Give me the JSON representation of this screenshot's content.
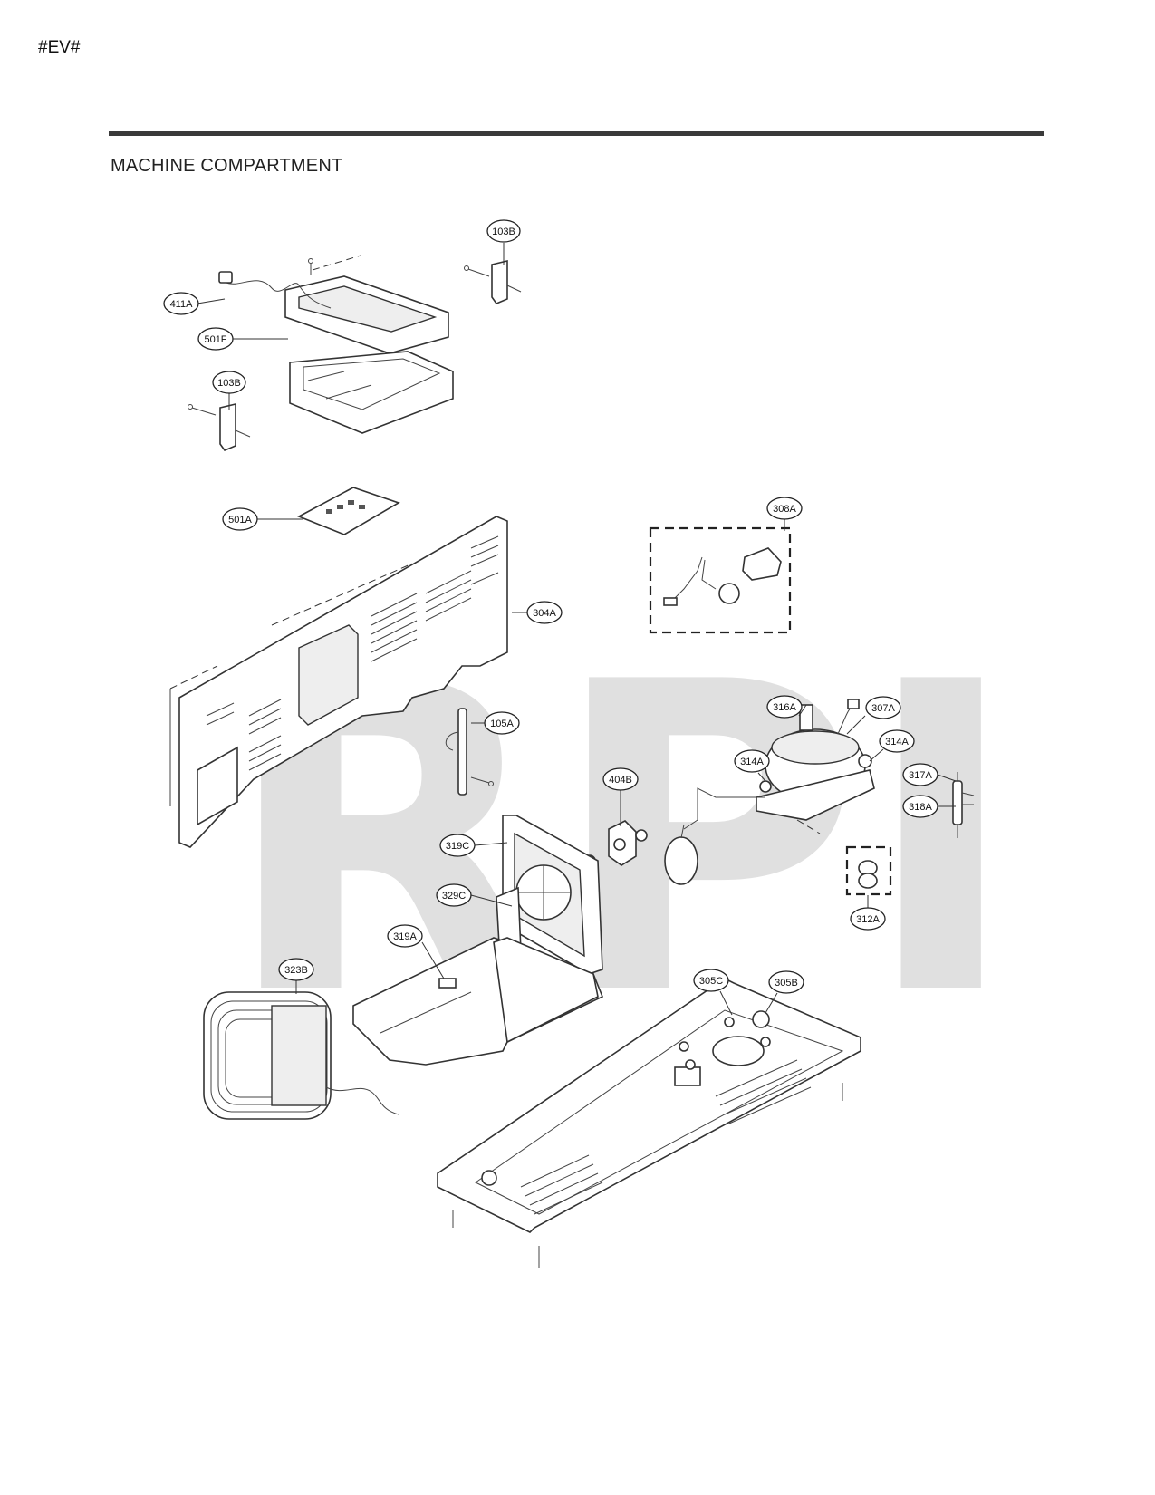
{
  "header": {
    "page_code": "#EV#"
  },
  "section": {
    "title": "MACHINE COMPARTMENT"
  },
  "watermark": {
    "text": "RPI",
    "color": "#c8c8c8"
  },
  "callouts": [
    {
      "id": "103B-top",
      "label": "103B"
    },
    {
      "id": "411A",
      "label": "411A"
    },
    {
      "id": "501F",
      "label": "501F"
    },
    {
      "id": "103B-left",
      "label": "103B"
    },
    {
      "id": "501A",
      "label": "501A"
    },
    {
      "id": "304A",
      "label": "304A"
    },
    {
      "id": "308A",
      "label": "308A"
    },
    {
      "id": "316A",
      "label": "316A"
    },
    {
      "id": "307A",
      "label": "307A"
    },
    {
      "id": "314A-right",
      "label": "314A"
    },
    {
      "id": "314A-left",
      "label": "314A"
    },
    {
      "id": "317A",
      "label": "317A"
    },
    {
      "id": "318A",
      "label": "318A"
    },
    {
      "id": "105A",
      "label": "105A"
    },
    {
      "id": "404B",
      "label": "404B"
    },
    {
      "id": "319C",
      "label": "319C"
    },
    {
      "id": "329C",
      "label": "329C"
    },
    {
      "id": "319A",
      "label": "319A"
    },
    {
      "id": "312A",
      "label": "312A"
    },
    {
      "id": "323B",
      "label": "323B"
    },
    {
      "id": "305C",
      "label": "305C"
    },
    {
      "id": "305B",
      "label": "305B"
    }
  ]
}
